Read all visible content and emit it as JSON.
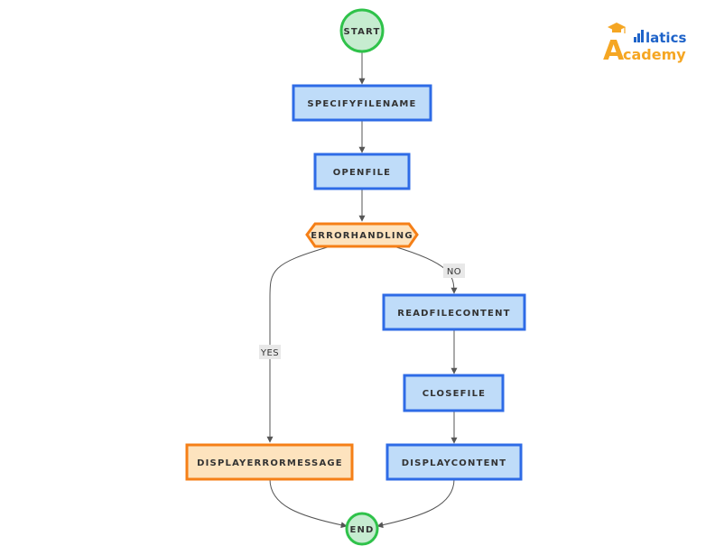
{
  "diagram": {
    "nodes": {
      "start": "START",
      "specify": "SPECIFYFILENAME",
      "open": "OPENFILE",
      "error": "ERRORHANDLING",
      "read": "READFILECONTENT",
      "close": "CLOSEFILE",
      "displayError": "DISPLAYERRORMESSAGE",
      "displayContent": "DISPLAYCONTENT",
      "end": "END"
    },
    "edges": {
      "yes": "YES",
      "no": "NO"
    }
  },
  "logo": {
    "line1": "latics",
    "line2": "cademy",
    "initial": "A"
  },
  "colors": {
    "process_fill": "#bfdcf9",
    "process_stroke": "#2e6be6",
    "terminal_fill": "#c6ecd0",
    "terminal_stroke": "#2fc24a",
    "decision_fill": "#fde3be",
    "decision_stroke": "#f57f17",
    "edge": "#555555",
    "logo_blue": "#1e63c9",
    "logo_orange": "#f5a623"
  }
}
